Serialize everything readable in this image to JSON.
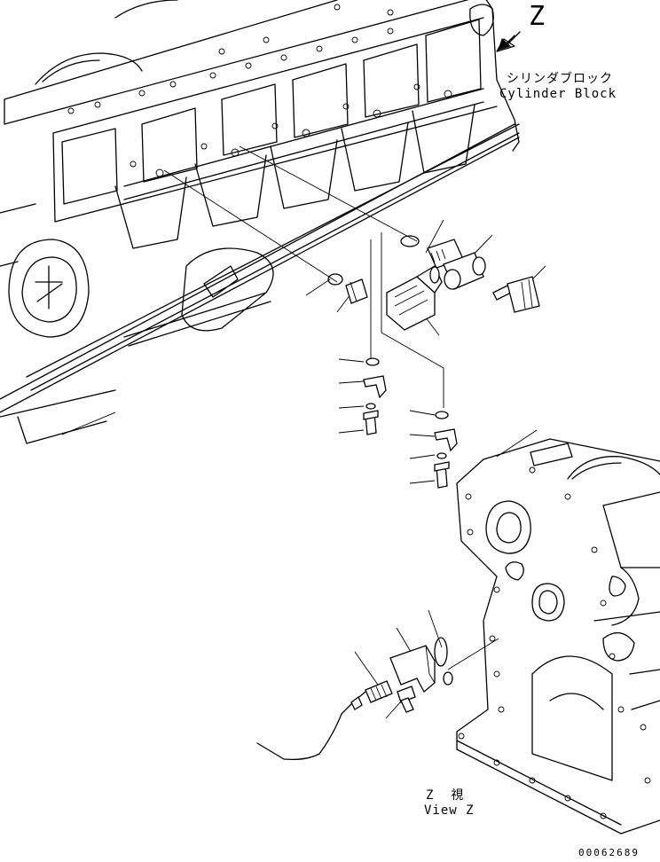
{
  "labels": {
    "view_letter": "Z",
    "block_jp": "シリンダブロック",
    "block_en": "Cylinder Block",
    "view_jp": "Z  視",
    "view_en": "View Z",
    "drawing_number": "00062689"
  },
  "colors": {
    "line": "#000000",
    "background": "#ffffff"
  }
}
